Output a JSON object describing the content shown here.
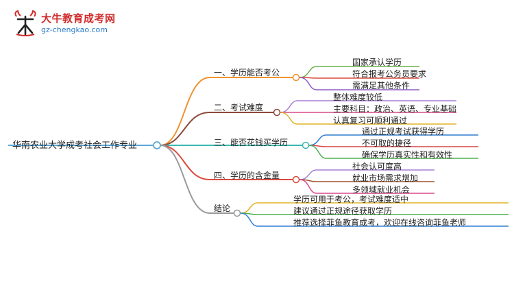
{
  "logo": {
    "title": "大牛教育成考网",
    "url": "gz-chengkao.com"
  },
  "root": {
    "label": "华南农业大学成考社会工作专业"
  },
  "branches": [
    {
      "label": "一、学历能否考公",
      "color": "#f0922e",
      "leaves": [
        {
          "label": "国家承认学历",
          "color": "#6ab04c"
        },
        {
          "label": "符合报考公务员要求",
          "color": "#d94a3c"
        },
        {
          "label": "需满足其他条件",
          "color": "#8e5ac8"
        }
      ]
    },
    {
      "label": "二、考试难度",
      "color": "#8b4a3c",
      "leaves": [
        {
          "label": "整体难度较低",
          "color": "#a97fd6"
        },
        {
          "label": "主要科目：政治、英语、专业基础",
          "color": "#d94a8c"
        },
        {
          "label": "认真复习可顺利通过",
          "color": "#e0b325"
        }
      ]
    },
    {
      "label": "三、能否花钱买学历",
      "color": "#3ab9b0",
      "leaves": [
        {
          "label": "通过正规考试获得学历",
          "color": "#2f7fd1"
        },
        {
          "label": "不可取的捷径",
          "color": "#d64545"
        },
        {
          "label": "确保学历真实性和有效性",
          "color": "#4caf50"
        }
      ]
    },
    {
      "label": "四、学历的含金量",
      "color": "#d94a3c",
      "leaves": [
        {
          "label": "社会认可度高",
          "color": "#a97fd6"
        },
        {
          "label": "就业市场需求增加",
          "color": "#a0522d"
        },
        {
          "label": "多领域就业机会",
          "color": "#d94a8c"
        }
      ]
    },
    {
      "label": "结论",
      "color": "#999999",
      "leaves": [
        {
          "label": "学历可用于考公，考试难度适中",
          "color": "#e0b325"
        },
        {
          "label": "建议通过正规途径获取学历",
          "color": "#4caf50"
        },
        {
          "label": "推荐选择菲鱼教育成考，欢迎在线咨询菲鱼老师",
          "color": "#2f7fd1"
        }
      ]
    }
  ]
}
